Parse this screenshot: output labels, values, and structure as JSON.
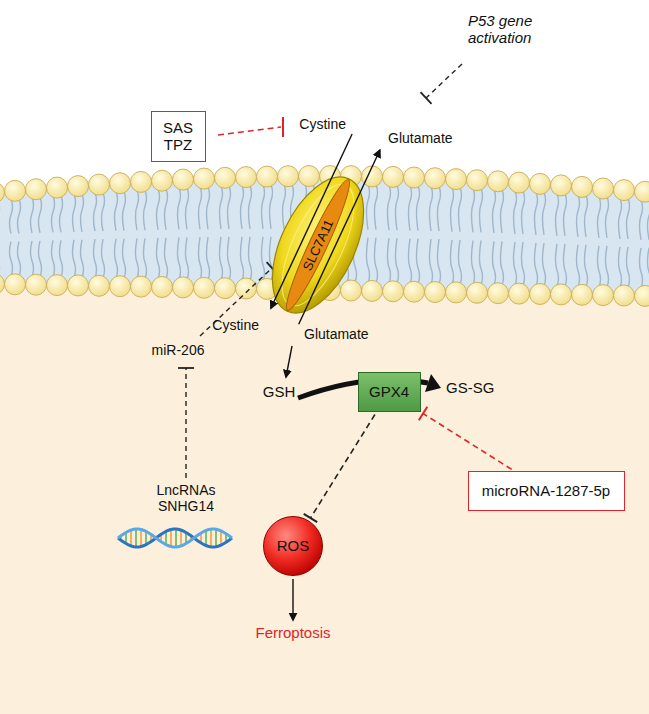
{
  "diagram": {
    "nodes": [
      {
        "text": [
          "SAS TPZ"
        ]
      },
      {
        "text": [
          "SLC7A11"
        ]
      },
      {
        "text": [
          "GPX4"
        ]
      },
      {
        "text": [
          "microRNA-1287-5p"
        ]
      },
      {
        "text": [
          "ROS"
        ]
      }
    ],
    "edges": [
      {
        "from": 3,
        "to": 2,
        "arrow": "to"
      },
      {
        "from": 2,
        "to": 4,
        "arrow": "to"
      }
    ],
    "labels": [
      "P53 gene activation",
      "Cystine",
      "Glutamate",
      "Cystine",
      "Glutamate",
      "miR-206",
      "LncRNAs SNHG14",
      "GSH",
      "GS-SG",
      "Ferroptosis"
    ]
  }
}
